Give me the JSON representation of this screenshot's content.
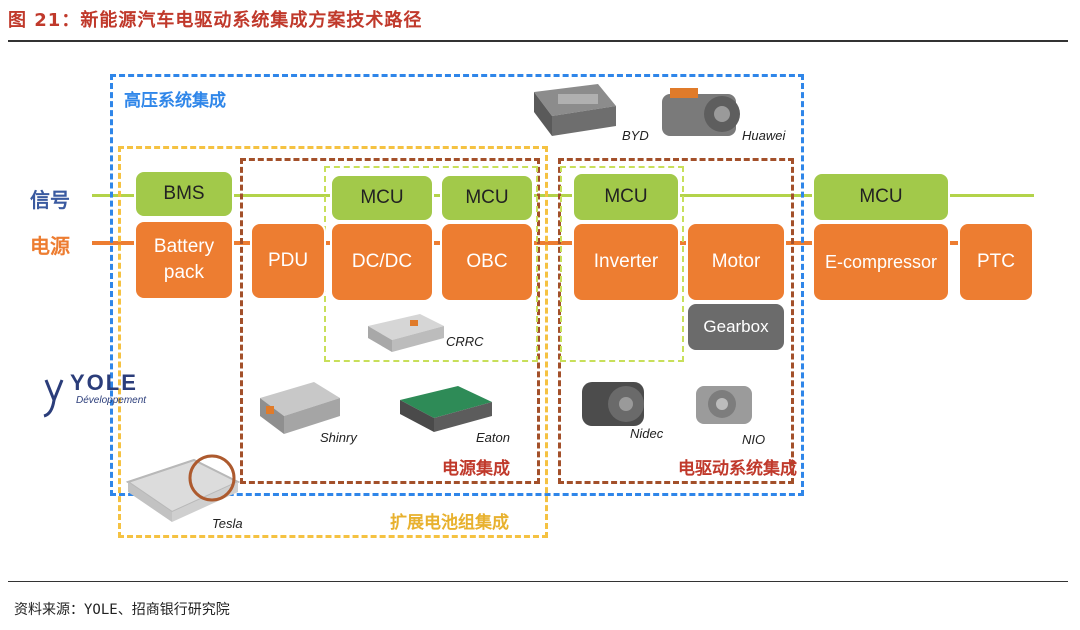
{
  "title": "图 21：新能源汽车电驱动系统集成方案技术路径",
  "footer": "资料来源：YOLE、招商银行研究院",
  "lines": {
    "signal": "信号",
    "power": "电源"
  },
  "regions": {
    "high_voltage": "高压系统集成",
    "battery_pack": "扩展电池组集成",
    "power": "电源集成",
    "drive": "电驱动系统集成"
  },
  "boxes": {
    "bms": "BMS",
    "battery_pack": "Battery pack",
    "pdu": "PDU",
    "mcu_dcdc": "MCU",
    "dcdc": "DC/DC",
    "mcu_obc": "MCU",
    "obc": "OBC",
    "mcu_inverter": "MCU",
    "inverter": "Inverter",
    "motor": "Motor",
    "gearbox": "Gearbox",
    "mcu_ecomp": "MCU",
    "ecompressor": "E-compressor",
    "ptc": "PTC"
  },
  "captions": {
    "byd": "BYD",
    "huawei": "Huawei",
    "crrc": "CRRC",
    "shinry": "Shinry",
    "eaton": "Eaton",
    "nidec": "Nidec",
    "nio": "NIO",
    "tesla": "Tesla"
  },
  "logo": {
    "name": "YOLE",
    "sub": "Développement"
  },
  "colors": {
    "high_voltage": "#2f86e9",
    "battery_pack": "#f5c242",
    "integration": "#a3502a",
    "signal": "#b3d34a",
    "power": "#ed7d31",
    "box_green": "#a2c94a",
    "box_orange": "#ed7d31",
    "box_gray": "#6b6b6b",
    "title": "#c0392b"
  }
}
